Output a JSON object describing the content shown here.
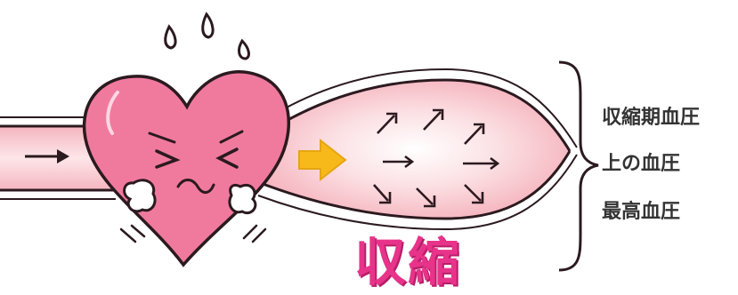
{
  "main_label": "収縮",
  "blood_pressure_terms": [
    "収縮期血圧",
    "上の血圧",
    "最高血圧"
  ],
  "colors": {
    "heart_fill": "#f07a9e",
    "heart_outline": "#2b1a1f",
    "vessel_fill": "#f7c6cc",
    "flow_arrow": "#f7b81a",
    "label_magenta": "#e8338a"
  },
  "icons": [
    "heart-character-icon",
    "sweat-drop-icon",
    "flow-arrow-icon",
    "curly-brace-icon"
  ]
}
